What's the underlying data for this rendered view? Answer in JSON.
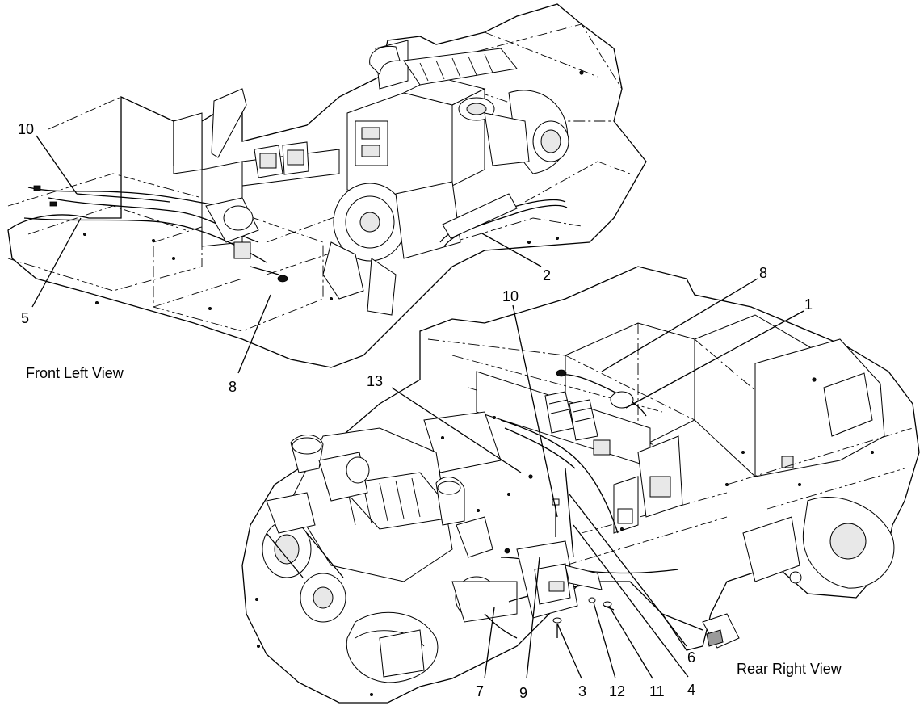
{
  "views": {
    "front_left": "Front Left View",
    "rear_right": "Rear Right View"
  },
  "callouts": {
    "c1": "1",
    "c2": "2",
    "c3": "3",
    "c4": "4",
    "c5": "5",
    "c6": "6",
    "c7": "7",
    "c8a": "8",
    "c8b": "8",
    "c9": "9",
    "c10a": "10",
    "c10b": "10",
    "c11": "11",
    "c12": "12",
    "c13": "13"
  }
}
